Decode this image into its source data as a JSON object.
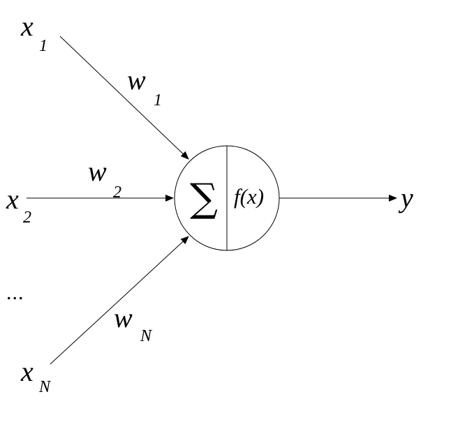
{
  "inputs": [
    {
      "symbol": "x",
      "subscript": "1"
    },
    {
      "symbol": "x",
      "subscript": "2"
    },
    {
      "symbol": "x",
      "subscript": "N"
    }
  ],
  "weights": [
    {
      "symbol": "w",
      "subscript": "1"
    },
    {
      "symbol": "w",
      "subscript": "2"
    },
    {
      "symbol": "w",
      "subscript": "N"
    }
  ],
  "ellipsis": "...",
  "neuron": {
    "sum_symbol": "∑",
    "activation": "f(x)"
  },
  "output": {
    "symbol": "y"
  }
}
